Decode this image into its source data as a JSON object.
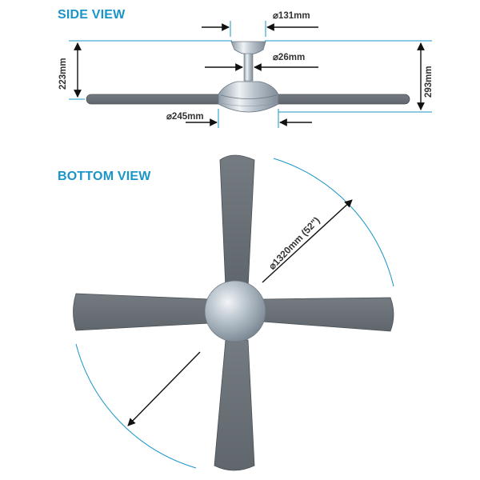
{
  "side_view": {
    "title": "SIDE VIEW",
    "dim_canopy": "⌀131mm",
    "dim_rod": "⌀26mm",
    "dim_motor": "⌀245mm",
    "dim_height_short": "223mm",
    "dim_height_tall": "293mm"
  },
  "bottom_view": {
    "title": "BOTTOM VIEW",
    "dim_sweep": "⌀1320mm  (52\")"
  },
  "colors": {
    "accent": "#1a95c8",
    "blade": "#6b7278",
    "blade_edge": "#4a5156",
    "arrow": "#111111",
    "chrome_light": "#e6ebf0",
    "chrome_dark": "#8d9aa6"
  }
}
